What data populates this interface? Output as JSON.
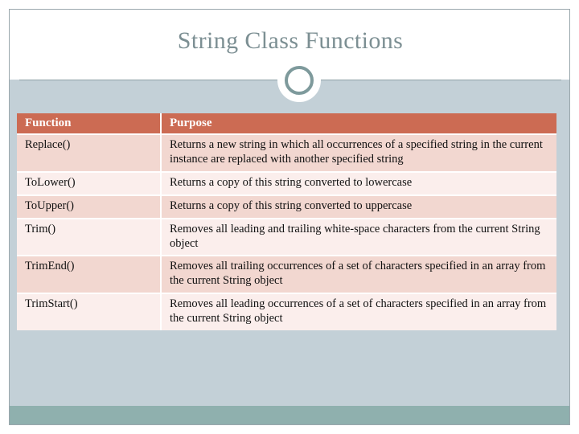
{
  "slide": {
    "title": "String Class Functions",
    "colors": {
      "title_text": "#7c8f93",
      "body_background": "#c3d0d7",
      "title_band": "#ffffff",
      "footer_band": "#8fb0ae",
      "divider_rule": "#8ea0a6",
      "ornament_ring": "#7e9a9c",
      "table_header_bg": "#cc6b53",
      "table_header_text": "#ffffff",
      "row_band_dark": "#f2d7d0",
      "row_band_light": "#fbeeec",
      "gridline": "#ffffff"
    }
  },
  "table": {
    "headers": {
      "function": "Function",
      "purpose": "Purpose"
    },
    "rows": [
      {
        "function": "Replace()",
        "purpose": "Returns a new string in which all occurrences of a specified string in the current instance are replaced with another specified string"
      },
      {
        "function": "ToLower()",
        "purpose": "Returns a copy of this string converted to lowercase"
      },
      {
        "function": "ToUpper()",
        "purpose": "Returns a copy of this string converted to uppercase"
      },
      {
        "function": "Trim()",
        "purpose": "Removes all leading and trailing white-space characters from the current String object"
      },
      {
        "function": "TrimEnd()",
        "purpose": "Removes all trailing occurrences of a set of characters specified in an array from the current String object"
      },
      {
        "function": "TrimStart()",
        "purpose": "Removes all leading occurrences of a set of characters specified in an array from the current String object"
      }
    ]
  }
}
